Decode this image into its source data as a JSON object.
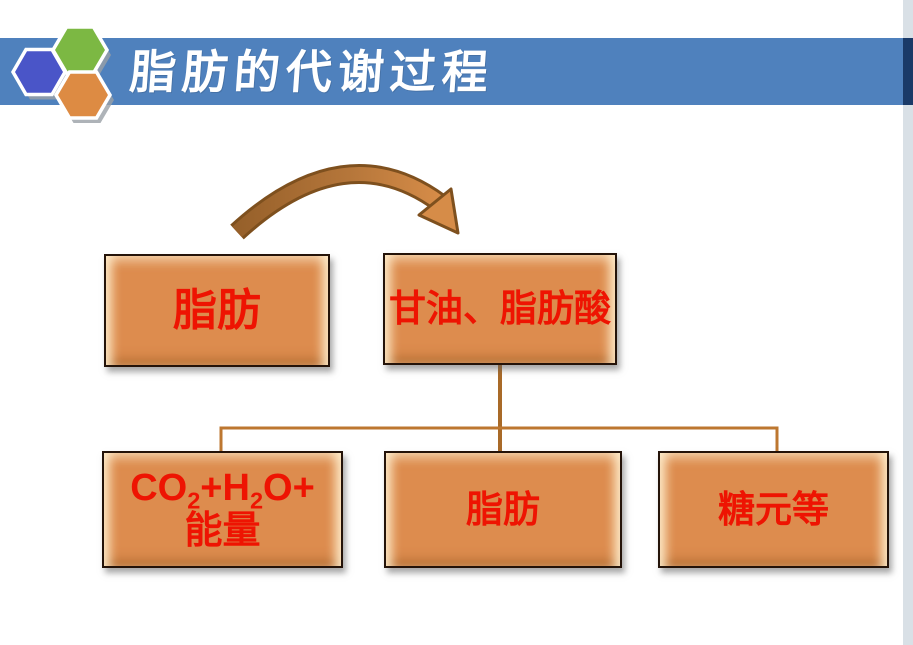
{
  "slide": {
    "title": "脂肪的代谢过程"
  },
  "colors": {
    "bar_blue": "#4f81bd",
    "bar_navy": "#1a3a68",
    "stripe": "#d9e0e6",
    "hex_blue": "#4a55c8",
    "hex_green": "#7cb843",
    "hex_orange": "#dd8b43",
    "box_fill": "#dd8c4e",
    "box_border": "#241309",
    "text_red": "#ee1402",
    "connector": "#a96a28",
    "connector_light": "#bd7730",
    "arrow_dark": "#7e501e",
    "arrow_light": "#d68c48"
  },
  "logo": {
    "hexagons": [
      "blue-hexagon",
      "green-hexagon",
      "orange-hexagon"
    ]
  },
  "diagram": {
    "arrow": {
      "meaning": "curved-arrow from 脂肪 to 甘油、脂肪酸"
    },
    "top_row": {
      "fat": {
        "label": "脂肪"
      },
      "products": {
        "label": "甘油、脂肪酸"
      }
    },
    "bottom_row": {
      "oxidation": {
        "p1": "CO",
        "s1": "2",
        "p2": "+H",
        "s2": "2",
        "p3": "O+",
        "line2": "能量"
      },
      "fat": {
        "label": "脂肪"
      },
      "glycogen": {
        "label": "糖元等"
      }
    }
  }
}
